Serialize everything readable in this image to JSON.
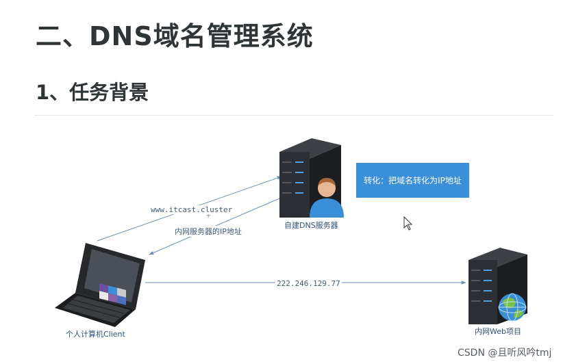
{
  "slide": {
    "title": "二、DNS域名管理系统",
    "subtitle": "1、任务背景"
  },
  "diagram": {
    "note": "转化：把域名转化为IP地址",
    "query_label": "www.itcast.cluster",
    "reply_label": "内网服务器的IP地址",
    "ip_label": "222.246.129.77",
    "dns_server_caption": "自建DNS服务器",
    "client_caption": "个人计算机Client",
    "web_caption": "内网Web项目"
  },
  "watermark": "CSDN @且听风吟tmj",
  "colors": {
    "note_box": "#3b8fd8",
    "arrow": "#6f8fb3",
    "server_body": "#2c2f33",
    "server_led": "#4aa3e8",
    "title_text": "#2f3437"
  },
  "icons": [
    "dns-server-icon",
    "user-avatar-icon",
    "laptop-icon",
    "web-server-icon",
    "globe-icon",
    "mouse-cursor-icon"
  ]
}
